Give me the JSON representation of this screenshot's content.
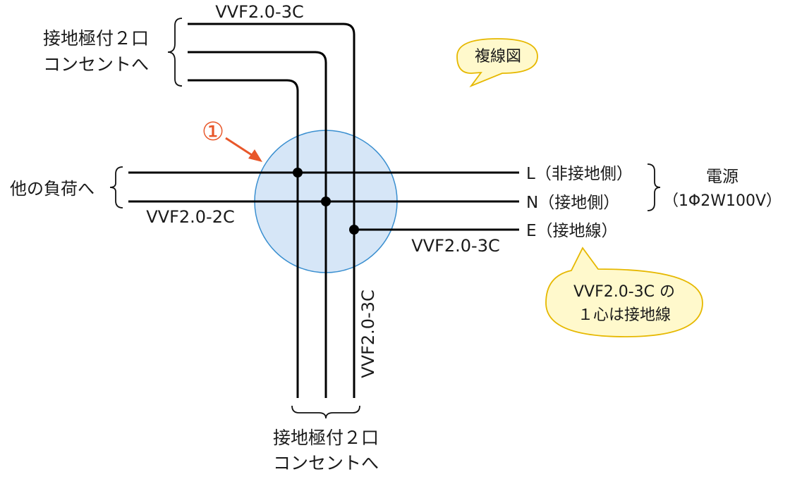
{
  "labels": {
    "cable_top": "VVF2.0-3C",
    "outlet_top_line1": "接地極付２口",
    "outlet_top_line2": "コンセントへ",
    "callout_diagram": "複線図",
    "marker_number": "①",
    "other_load": "他の負荷へ",
    "cable_left": "VVF2.0-2C",
    "line_L": "L（非接地側）",
    "line_N": "N（接地側）",
    "line_E": "E（接地線）",
    "power_line1": "電源",
    "power_line2": "（1Φ2W100V）",
    "cable_right": "VVF2.0-3C",
    "cable_bottom": "VVF2.0-3C",
    "callout_ground_line1": "VVF2.0-3C の",
    "callout_ground_line2": "１心は接地線",
    "outlet_bottom_line1": "接地極付２口",
    "outlet_bottom_line2": "コンセントへ"
  },
  "colors": {
    "junction_fill": "#d6e6f7",
    "junction_stroke": "#3a8fd0",
    "callout_fill": "#fff9cc",
    "callout_stroke": "#e6b800",
    "marker": "#e8572a",
    "wire": "#000000"
  }
}
